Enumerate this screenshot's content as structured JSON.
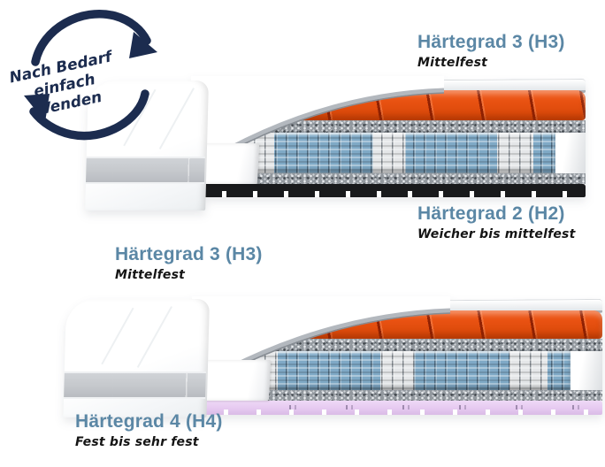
{
  "rotate_hint": {
    "line1": "Nach Bedarf",
    "line2": "einfach Wenden"
  },
  "labels": {
    "top_right": {
      "title": "Härtegrad 3 (H3)",
      "subtitle": "Mittelfest"
    },
    "mid_right": {
      "title": "Härtegrad 2 (H2)",
      "subtitle": "Weicher bis mittelfest"
    },
    "mid_left": {
      "title": "Härtegrad 3 (H3)",
      "subtitle": "Mittelfest"
    },
    "bottom_left": {
      "title": "Härtegrad 4 (H4)",
      "subtitle": "Fest bis sehr fest"
    }
  },
  "colors": {
    "heading": "#5b87a5",
    "handwriting": "#151515",
    "arrow": "#1c2c4f",
    "orange": "#e95212",
    "felt": "#92989e",
    "spring-blue": "#7fa9c6",
    "spring-white": "#e4e6e8",
    "base-black": "#191a1c",
    "base-purple": "#e6c9f0",
    "band-gray": "#c5c8cc"
  }
}
